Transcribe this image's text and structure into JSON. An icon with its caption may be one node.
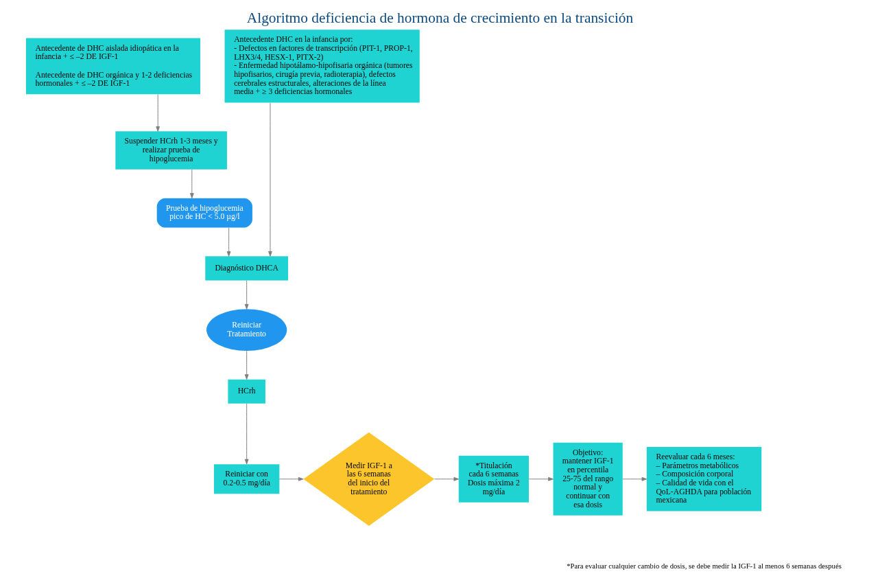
{
  "diagram": {
    "title": "Algoritmo deficiencia de hormona de crecimiento en la transición",
    "nodes": [
      {
        "text": [
          "Antecedente de DHC aislada idiopática en la infancia + ≤ –2 DE IGF-1",
          "Antecedente de DHC orgánica y 1-2 deficiencias hormonales + ≤ –2 DE IGF-1"
        ]
      },
      {
        "text": [
          "Antecedente DHC en la infancia por:",
          "- Defectos en factores de transcripción (PIT-1, PROP-1, LHX3/4, HESX-1, PITX-2)",
          "- Enfermedad hipotálamo-hipofisaria orgánica (tumores hipofisarios, cirugía previa, radioterapia), defectos cerebrales estructurales, alteraciones de la línea media + ≥ 3 deficiencias hormonales"
        ]
      },
      {
        "text": [
          "Suspender HCrh 1-3 meses y realizar prueba de hipoglucemia"
        ]
      },
      {
        "text": [
          "Prueba de hipoglucemia pico de HC < 5.0 µg/l"
        ]
      },
      {
        "text": [
          "Diagnóstico DHCA"
        ]
      },
      {
        "text": [
          "Reiniciar Tratamiento"
        ]
      },
      {
        "text": [
          "HCrh"
        ]
      },
      {
        "text": [
          "Reiniciar con 0.2-0.5 mg/día"
        ]
      },
      {
        "text": [
          "Medir IGF-1 a las 6 semanas del inicio del tratamiento"
        ]
      },
      {
        "text": [
          "*Titulación cada 6 semanas Dosis máxima 2 mg/día"
        ]
      },
      {
        "text": [
          "Objetivo: mantener IGF-1 en percentila 25-75 del rango normal y continuar con esa dosis"
        ]
      },
      {
        "text": [
          "Reevaluar cada 6 meses:",
          "– Parámetros metabólicos",
          "– Composición corporal",
          "– Calidad de vida con el QoL-AGHDA para población mexicana"
        ]
      }
    ],
    "edges": [
      {
        "from": 0,
        "to": 2,
        "arrow": "to"
      },
      {
        "from": 2,
        "to": 3,
        "arrow": "to"
      },
      {
        "from": 3,
        "to": 4,
        "arrow": "to"
      },
      {
        "from": 1,
        "to": 4,
        "arrow": "to"
      },
      {
        "from": 4,
        "to": 5,
        "arrow": "to"
      },
      {
        "from": 5,
        "to": 6,
        "arrow": "to"
      },
      {
        "from": 6,
        "to": 7,
        "arrow": "to"
      },
      {
        "from": 7,
        "to": 8,
        "arrow": "to"
      },
      {
        "from": 8,
        "to": 9,
        "arrow": "to"
      },
      {
        "from": 9,
        "to": 10,
        "arrow": "to"
      },
      {
        "from": 10,
        "to": 11,
        "arrow": "to"
      }
    ],
    "labels": [
      "*Para evaluar cualquier cambio de dosis, se debe medir la IGF-1 al menos 6 semanas después"
    ]
  }
}
